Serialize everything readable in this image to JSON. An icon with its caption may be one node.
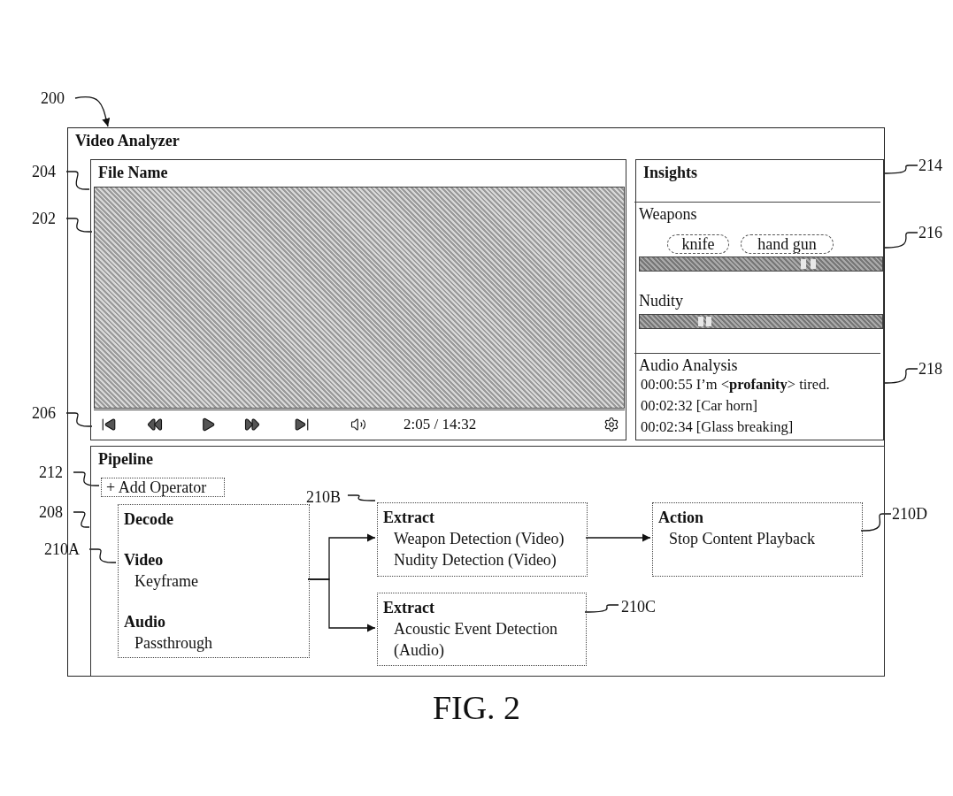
{
  "diagram": {
    "caption": "FIG. 2",
    "nodes": [
      {
        "text": [
          "200"
        ]
      },
      {
        "text": [
          "Video Analyzer"
        ]
      },
      {
        "text": [
          "204"
        ]
      },
      {
        "text": [
          "File Name"
        ],
        "in": 1
      },
      {
        "text": [
          "202"
        ]
      },
      {
        "text": [],
        "shape": "picture",
        "in": 3
      },
      {
        "text": [
          "206"
        ]
      },
      {
        "text": [
          "2:05 / 14:32"
        ],
        "in": 3
      },
      {
        "text": [
          "Insights"
        ],
        "in": 1
      },
      {
        "text": [
          "214"
        ]
      },
      {
        "text": [
          "knife"
        ],
        "in": 8
      },
      {
        "text": [
          "hand gun"
        ],
        "in": 8
      },
      {
        "text": [
          "216"
        ]
      },
      {
        "text": [
          "218"
        ]
      },
      {
        "text": [
          "Pipeline"
        ],
        "in": 1
      },
      {
        "text": [
          "212"
        ]
      },
      {
        "text": [
          "+ Add Operator"
        ],
        "in": 14
      },
      {
        "text": [
          "208"
        ]
      },
      {
        "text": [
          "210A"
        ]
      },
      {
        "text": [
          "Decode",
          "Video",
          "Keyframe",
          "Audio",
          "Passthrough"
        ],
        "in": 14
      },
      {
        "text": [
          "210B"
        ],
        "in": 14
      },
      {
        "text": [
          "Extract",
          "Weapon Detection (Video)",
          "Nudity Detection (Video)"
        ],
        "in": 14
      },
      {
        "text": [
          "Extract",
          "Acoustic Event Detection (Audio)"
        ],
        "in": 14
      },
      {
        "text": [
          "210C"
        ],
        "in": 14
      },
      {
        "text": [
          "Action",
          "Stop Content Playback"
        ],
        "in": 14
      },
      {
        "text": [
          "210D"
        ]
      }
    ],
    "edges": [
      {
        "from": 0,
        "to": 1,
        "arrow": "to"
      },
      {
        "from": 2,
        "to": 3,
        "arrow": "none"
      },
      {
        "from": 4,
        "to": 5,
        "arrow": "none"
      },
      {
        "from": 6,
        "to": 7,
        "arrow": "none"
      },
      {
        "from": 9,
        "to": 8,
        "arrow": "none"
      },
      {
        "from": 12,
        "to": 8,
        "arrow": "none"
      },
      {
        "from": 13,
        "to": 8,
        "arrow": "none"
      },
      {
        "from": 15,
        "to": 16,
        "arrow": "none"
      },
      {
        "from": 17,
        "to": 14,
        "arrow": "none"
      },
      {
        "from": 18,
        "to": 19,
        "arrow": "none"
      },
      {
        "from": 20,
        "to": 21,
        "arrow": "none"
      },
      {
        "from": 23,
        "to": 22,
        "arrow": "none"
      },
      {
        "from": 25,
        "to": 24,
        "arrow": "none"
      },
      {
        "from": 19,
        "to": 21,
        "arrow": "to"
      },
      {
        "from": 19,
        "to": 22,
        "arrow": "to"
      },
      {
        "from": 21,
        "to": 24,
        "arrow": "to"
      }
    ],
    "labels": [
      "Weapons",
      "Nudity",
      "Audio Analysis",
      "00:00:55 I’m <**profanity**> tired.",
      "00:02:32 [Car horn]",
      "00:02:34 [Glass breaking]"
    ]
  }
}
